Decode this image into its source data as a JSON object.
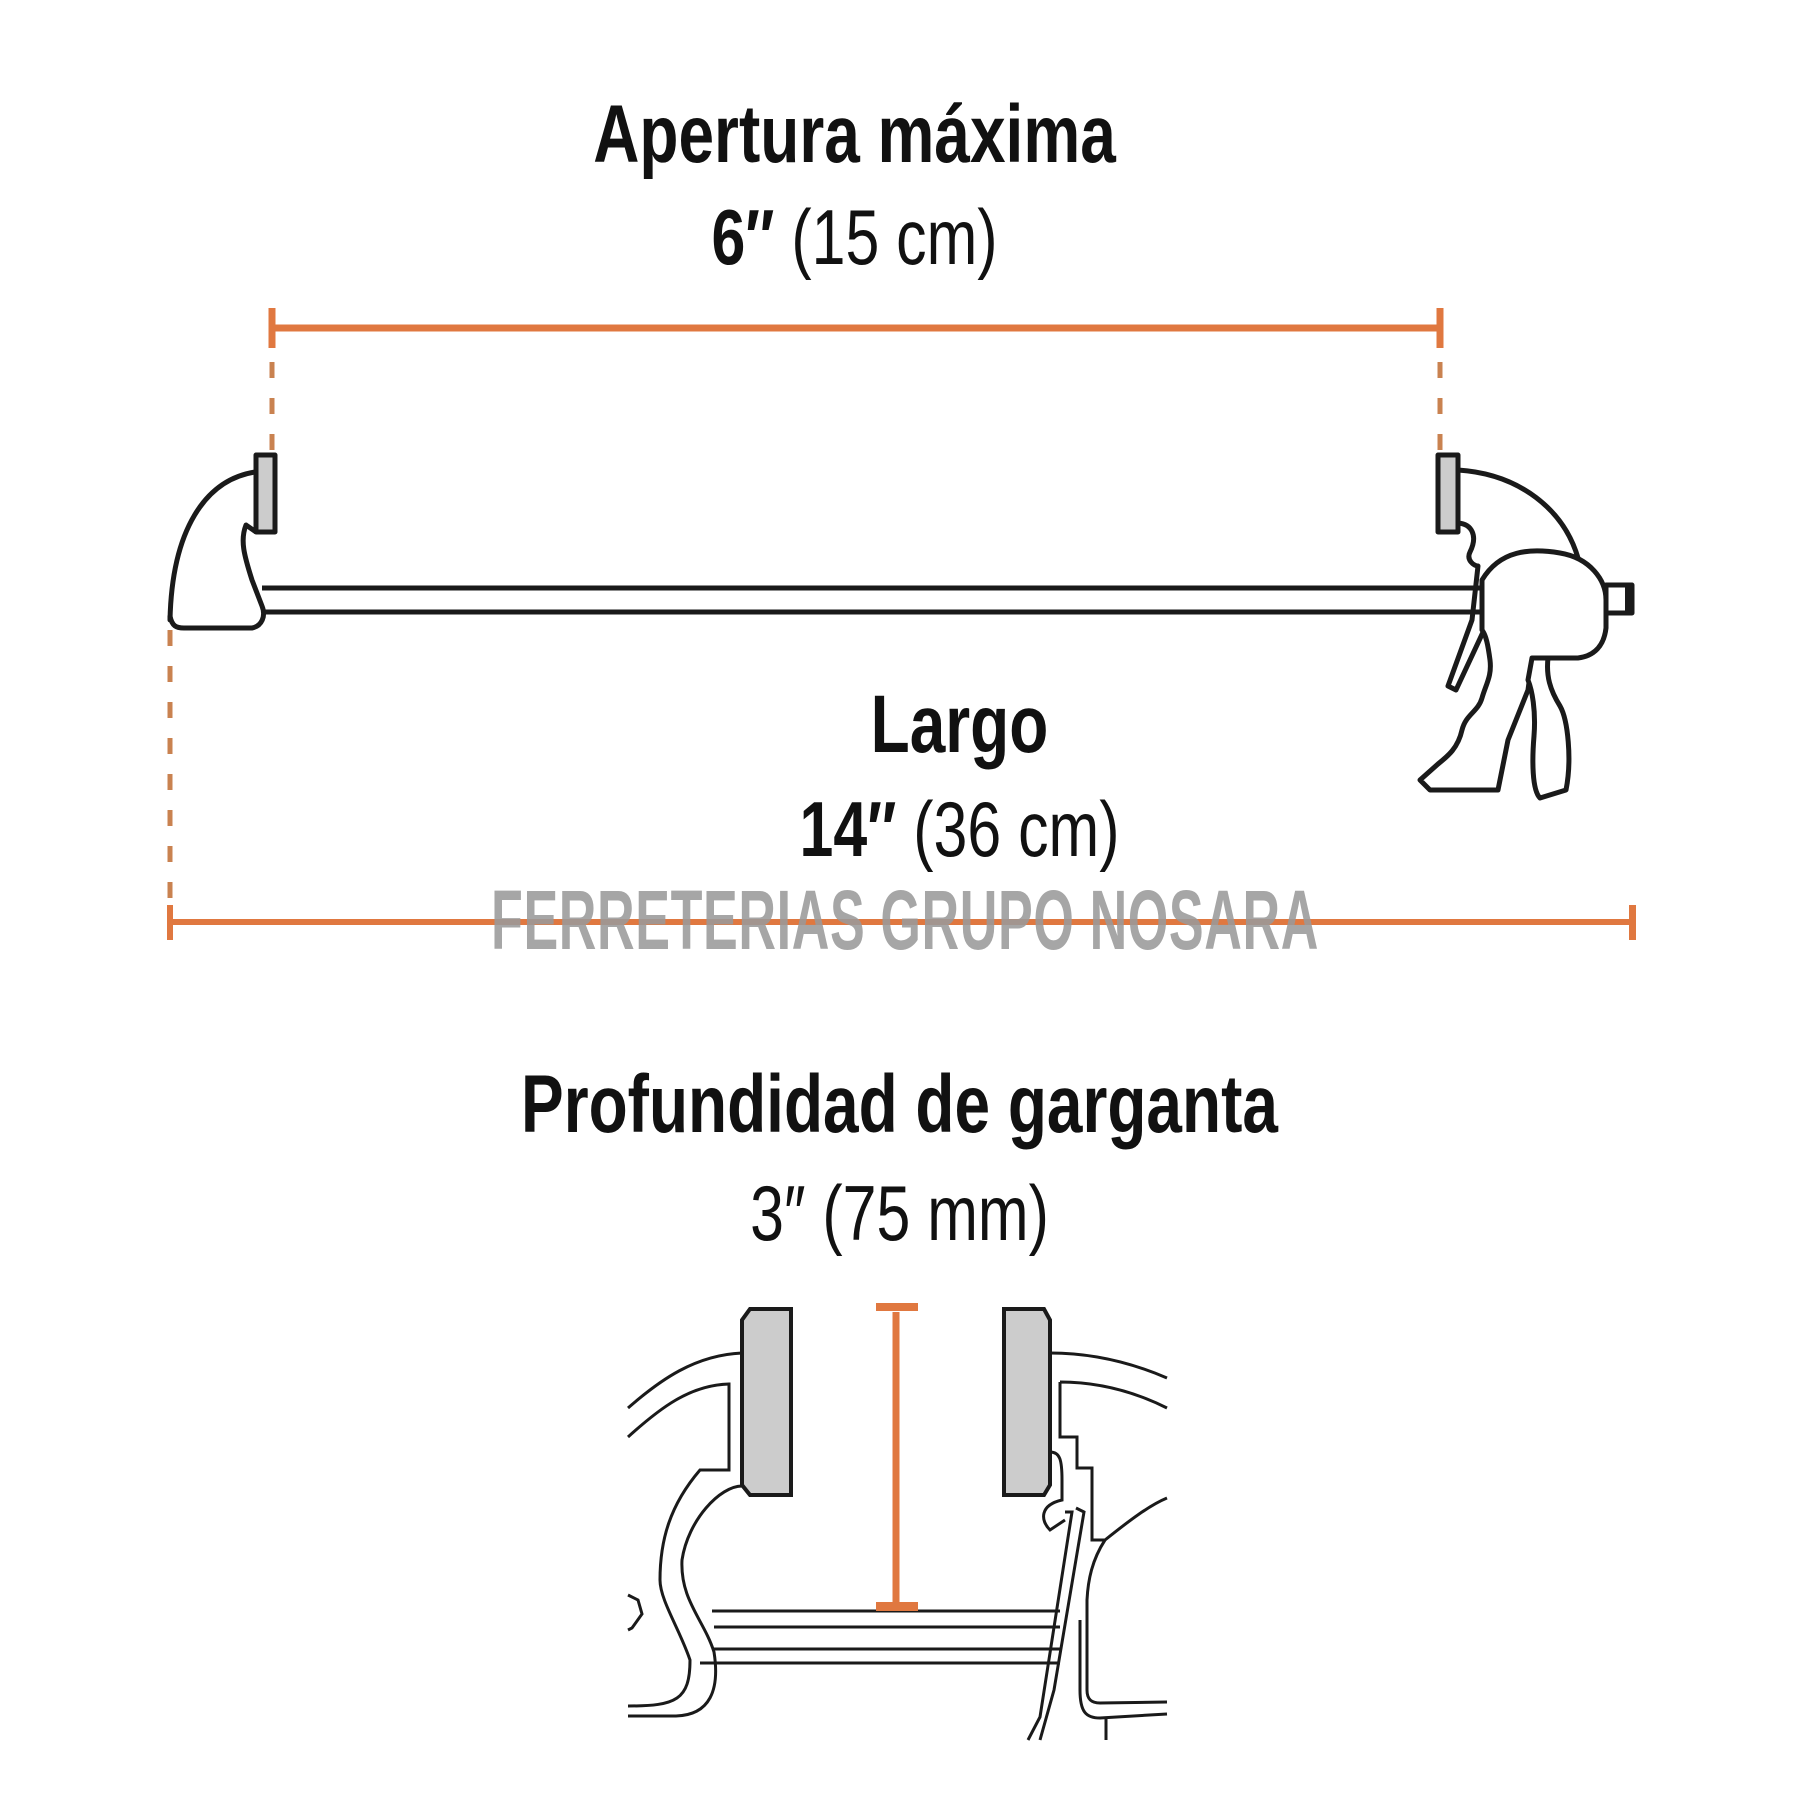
{
  "diagram": {
    "subject": "quick-grip bar clamp dimensions",
    "accent_color": "#e07840",
    "line_color": "#1a1a1a",
    "pad_color": "#cccccc",
    "watermark_color": "#9a9a9a"
  },
  "measurements": [
    {
      "id": "max_opening",
      "title": "Apertura máxima",
      "value_imperial": "6″",
      "value_metric": "(15 cm)"
    },
    {
      "id": "length",
      "title": "Largo",
      "value_imperial": "14″",
      "value_metric": "(36 cm)"
    },
    {
      "id": "throat_depth",
      "title": "Profundidad de garganta",
      "value_imperial": "3″",
      "value_metric": "(75 mm)"
    }
  ],
  "watermark": "FERRETERIAS GRUPO NOSARA"
}
